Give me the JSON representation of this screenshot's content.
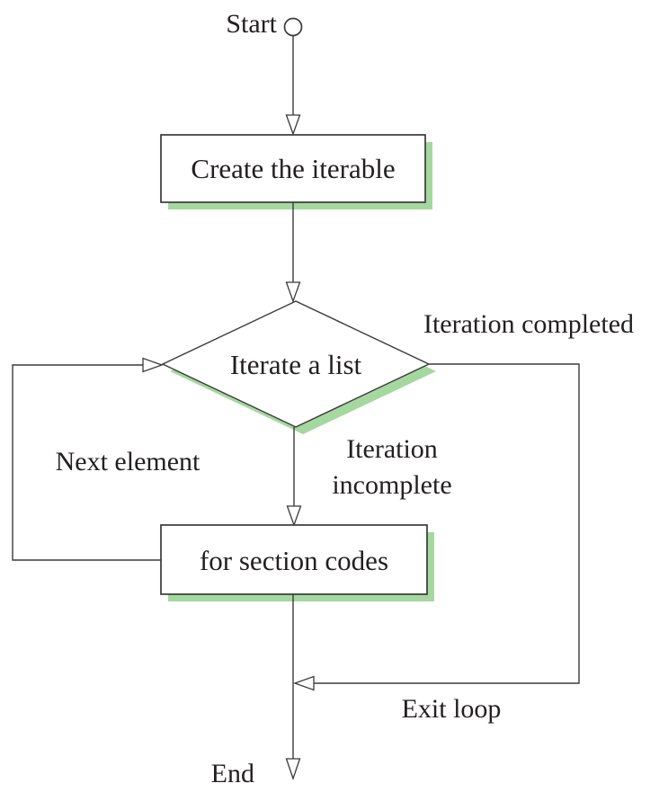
{
  "title": "for-loop iteration flowchart",
  "colors": {
    "shadow_green": "#a5d89f",
    "line": "#3a3a3a",
    "text": "#231f20",
    "node_fill": "#ffffff"
  },
  "nodes": {
    "start": "Start",
    "create_iterable": "Create the iterable",
    "decision": "Iterate a list",
    "for_body": "for section codes",
    "end": "End"
  },
  "edge_labels": {
    "iteration_completed": "Iteration completed",
    "next_element": "Next element",
    "iteration_incomplete_line1": "Iteration",
    "iteration_incomplete_line2": "incomplete",
    "exit_loop": "Exit loop"
  }
}
